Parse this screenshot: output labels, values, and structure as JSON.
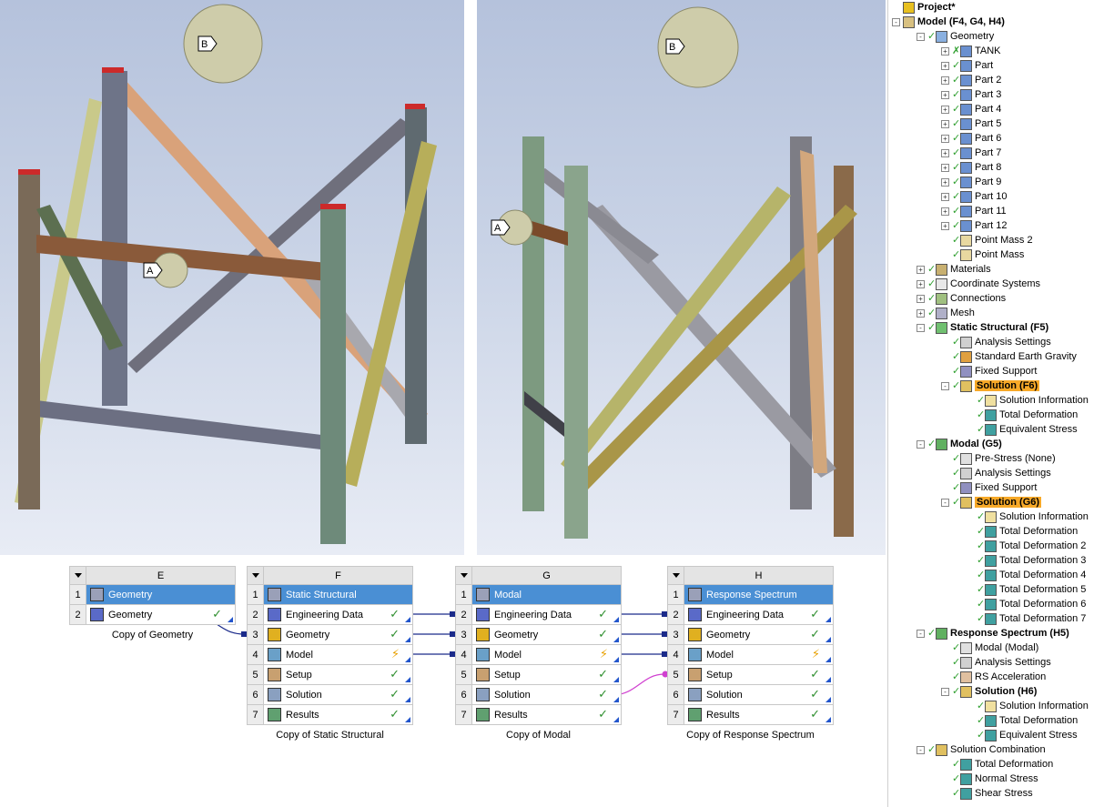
{
  "viewports": {
    "left": {
      "sphere_b_label": "B",
      "sphere_a_label": "A"
    },
    "right": {
      "sphere_b_label": "B",
      "sphere_a_label": "A"
    }
  },
  "schematic": {
    "systems": [
      {
        "col": "E",
        "caption": "Copy of Geometry",
        "rows": [
          {
            "n": "1",
            "label": "Geometry",
            "icon": "geometry-system-icon",
            "status": ""
          },
          {
            "n": "2",
            "label": "Geometry",
            "icon": "geometry-icon",
            "status": "✓"
          }
        ]
      },
      {
        "col": "F",
        "caption": "Copy of Static Structural",
        "rows": [
          {
            "n": "1",
            "label": "Static Structural",
            "icon": "static-structural-icon",
            "status": ""
          },
          {
            "n": "2",
            "label": "Engineering Data",
            "icon": "engineering-data-icon",
            "status": "✓"
          },
          {
            "n": "3",
            "label": "Geometry",
            "icon": "geometry-icon",
            "status": "✓"
          },
          {
            "n": "4",
            "label": "Model",
            "icon": "model-icon",
            "status": "⚡"
          },
          {
            "n": "5",
            "label": "Setup",
            "icon": "setup-icon",
            "status": "✓"
          },
          {
            "n": "6",
            "label": "Solution",
            "icon": "solution-icon",
            "status": "✓"
          },
          {
            "n": "7",
            "label": "Results",
            "icon": "results-icon",
            "status": "✓"
          }
        ]
      },
      {
        "col": "G",
        "caption": "Copy of Modal",
        "rows": [
          {
            "n": "1",
            "label": "Modal",
            "icon": "modal-icon",
            "status": ""
          },
          {
            "n": "2",
            "label": "Engineering Data",
            "icon": "engineering-data-icon",
            "status": "✓"
          },
          {
            "n": "3",
            "label": "Geometry",
            "icon": "geometry-icon",
            "status": "✓"
          },
          {
            "n": "4",
            "label": "Model",
            "icon": "model-icon",
            "status": "⚡"
          },
          {
            "n": "5",
            "label": "Setup",
            "icon": "setup-icon",
            "status": "✓"
          },
          {
            "n": "6",
            "label": "Solution",
            "icon": "solution-icon",
            "status": "✓"
          },
          {
            "n": "7",
            "label": "Results",
            "icon": "results-icon",
            "status": "✓"
          }
        ]
      },
      {
        "col": "H",
        "caption": "Copy of Response Spectrum",
        "rows": [
          {
            "n": "1",
            "label": "Response Spectrum",
            "icon": "response-spectrum-icon",
            "status": ""
          },
          {
            "n": "2",
            "label": "Engineering Data",
            "icon": "engineering-data-icon",
            "status": "✓"
          },
          {
            "n": "3",
            "label": "Geometry",
            "icon": "geometry-icon",
            "status": "✓"
          },
          {
            "n": "4",
            "label": "Model",
            "icon": "model-icon",
            "status": "⚡"
          },
          {
            "n": "5",
            "label": "Setup",
            "icon": "setup-icon",
            "status": "✓"
          },
          {
            "n": "6",
            "label": "Solution",
            "icon": "solution-icon",
            "status": "✓"
          },
          {
            "n": "7",
            "label": "Results",
            "icon": "results-icon",
            "status": "✓"
          }
        ]
      }
    ]
  },
  "tree": [
    {
      "label": "Project*",
      "level": 0,
      "bold": true,
      "exp": "",
      "check": "",
      "icon": "project-icon"
    },
    {
      "label": "Model (F4, G4, H4)",
      "level": 0,
      "bold": true,
      "exp": "-",
      "check": "",
      "icon": "model-icon"
    },
    {
      "label": "Geometry",
      "level": 1,
      "exp": "-",
      "check": "✓",
      "icon": "geometry-icon"
    },
    {
      "label": "TANK",
      "level": 2,
      "exp": "+",
      "check": "✗",
      "icon": "body-icon"
    },
    {
      "label": "Part",
      "level": 2,
      "exp": "+",
      "check": "✓",
      "icon": "body-icon"
    },
    {
      "label": "Part 2",
      "level": 2,
      "exp": "+",
      "check": "✓",
      "icon": "body-icon"
    },
    {
      "label": "Part 3",
      "level": 2,
      "exp": "+",
      "check": "✓",
      "icon": "body-icon"
    },
    {
      "label": "Part 4",
      "level": 2,
      "exp": "+",
      "check": "✓",
      "icon": "body-icon"
    },
    {
      "label": "Part 5",
      "level": 2,
      "exp": "+",
      "check": "✓",
      "icon": "body-icon"
    },
    {
      "label": "Part 6",
      "level": 2,
      "exp": "+",
      "check": "✓",
      "icon": "body-icon"
    },
    {
      "label": "Part 7",
      "level": 2,
      "exp": "+",
      "check": "✓",
      "icon": "body-icon"
    },
    {
      "label": "Part 8",
      "level": 2,
      "exp": "+",
      "check": "✓",
      "icon": "body-icon"
    },
    {
      "label": "Part 9",
      "level": 2,
      "exp": "+",
      "check": "✓",
      "icon": "body-icon"
    },
    {
      "label": "Part 10",
      "level": 2,
      "exp": "+",
      "check": "✓",
      "icon": "body-icon"
    },
    {
      "label": "Part 11",
      "level": 2,
      "exp": "+",
      "check": "✓",
      "icon": "body-icon"
    },
    {
      "label": "Part 12",
      "level": 2,
      "exp": "+",
      "check": "✓",
      "icon": "body-icon"
    },
    {
      "label": "Point Mass 2",
      "level": 2,
      "exp": "",
      "check": "✓",
      "icon": "point-mass-icon"
    },
    {
      "label": "Point Mass",
      "level": 2,
      "exp": "",
      "check": "✓",
      "icon": "point-mass-icon"
    },
    {
      "label": "Materials",
      "level": 1,
      "exp": "+",
      "check": "✓",
      "icon": "materials-icon"
    },
    {
      "label": "Coordinate Systems",
      "level": 1,
      "exp": "+",
      "check": "✓",
      "icon": "coordinate-systems-icon"
    },
    {
      "label": "Connections",
      "level": 1,
      "exp": "+",
      "check": "✓",
      "icon": "connections-icon"
    },
    {
      "label": "Mesh",
      "level": 1,
      "exp": "+",
      "check": "✓",
      "icon": "mesh-icon"
    },
    {
      "label": "Static Structural (F5)",
      "level": 1,
      "bold": true,
      "exp": "-",
      "check": "✓",
      "icon": "static-structural-icon"
    },
    {
      "label": "Analysis Settings",
      "level": 2,
      "exp": "",
      "check": "✓",
      "icon": "analysis-settings-icon"
    },
    {
      "label": "Standard Earth Gravity",
      "level": 2,
      "exp": "",
      "check": "✓",
      "icon": "gravity-icon"
    },
    {
      "label": "Fixed Support",
      "level": 2,
      "exp": "",
      "check": "✓",
      "icon": "fixed-support-icon"
    },
    {
      "label": "Solution (F6)",
      "level": 2,
      "bold": true,
      "sel": true,
      "exp": "-",
      "check": "✓",
      "icon": "solution-icon"
    },
    {
      "label": "Solution Information",
      "level": 3,
      "exp": "",
      "check": "✓",
      "icon": "solution-information-icon"
    },
    {
      "label": "Total Deformation",
      "level": 3,
      "exp": "",
      "check": "✓",
      "icon": "result-icon"
    },
    {
      "label": "Equivalent Stress",
      "level": 3,
      "exp": "",
      "check": "✓",
      "icon": "result-icon"
    },
    {
      "label": "Modal (G5)",
      "level": 1,
      "bold": true,
      "exp": "-",
      "check": "✓",
      "icon": "modal-icon"
    },
    {
      "label": "Pre-Stress (None)",
      "level": 2,
      "exp": "",
      "check": "✓",
      "icon": "pre-stress-icon"
    },
    {
      "label": "Analysis Settings",
      "level": 2,
      "exp": "",
      "check": "✓",
      "icon": "analysis-settings-icon"
    },
    {
      "label": "Fixed Support",
      "level": 2,
      "exp": "",
      "check": "✓",
      "icon": "fixed-support-icon"
    },
    {
      "label": "Solution (G6)",
      "level": 2,
      "bold": true,
      "sel": true,
      "exp": "-",
      "check": "✓",
      "icon": "solution-icon"
    },
    {
      "label": "Solution Information",
      "level": 3,
      "exp": "",
      "check": "✓",
      "icon": "solution-information-icon"
    },
    {
      "label": "Total Deformation",
      "level": 3,
      "exp": "",
      "check": "✓",
      "icon": "result-icon"
    },
    {
      "label": "Total Deformation 2",
      "level": 3,
      "exp": "",
      "check": "✓",
      "icon": "result-icon"
    },
    {
      "label": "Total Deformation 3",
      "level": 3,
      "exp": "",
      "check": "✓",
      "icon": "result-icon"
    },
    {
      "label": "Total Deformation 4",
      "level": 3,
      "exp": "",
      "check": "✓",
      "icon": "result-icon"
    },
    {
      "label": "Total Deformation 5",
      "level": 3,
      "exp": "",
      "check": "✓",
      "icon": "result-icon"
    },
    {
      "label": "Total Deformation 6",
      "level": 3,
      "exp": "",
      "check": "✓",
      "icon": "result-icon"
    },
    {
      "label": "Total Deformation 7",
      "level": 3,
      "exp": "",
      "check": "✓",
      "icon": "result-icon"
    },
    {
      "label": "Response Spectrum (H5)",
      "level": 1,
      "bold": true,
      "exp": "-",
      "check": "✓",
      "icon": "response-spectrum-icon"
    },
    {
      "label": "Modal (Modal)",
      "level": 2,
      "exp": "",
      "check": "✓",
      "icon": "pre-stress-icon"
    },
    {
      "label": "Analysis Settings",
      "level": 2,
      "exp": "",
      "check": "✓",
      "icon": "analysis-settings-icon"
    },
    {
      "label": "RS Acceleration",
      "level": 2,
      "exp": "",
      "check": "✓",
      "icon": "rs-acceleration-icon"
    },
    {
      "label": "Solution (H6)",
      "level": 2,
      "bold": true,
      "exp": "-",
      "check": "✓",
      "icon": "solution-icon"
    },
    {
      "label": "Solution Information",
      "level": 3,
      "exp": "",
      "check": "✓",
      "icon": "solution-information-icon"
    },
    {
      "label": "Total Deformation",
      "level": 3,
      "exp": "",
      "check": "✓",
      "icon": "result-icon"
    },
    {
      "label": "Equivalent Stress",
      "level": 3,
      "exp": "",
      "check": "✓",
      "icon": "result-icon"
    },
    {
      "label": "Solution Combination",
      "level": 1,
      "exp": "-",
      "check": "✓",
      "icon": "solution-combination-icon"
    },
    {
      "label": "Total Deformation",
      "level": 2,
      "exp": "",
      "check": "✓",
      "icon": "result-icon"
    },
    {
      "label": "Normal Stress",
      "level": 2,
      "exp": "",
      "check": "✓",
      "icon": "result-icon"
    },
    {
      "label": "Shear Stress",
      "level": 2,
      "exp": "",
      "check": "✓",
      "icon": "result-icon"
    }
  ],
  "colors": {
    "title_row": "#4a8fd4",
    "selected": "#f7a928",
    "check": "#2f9f2f",
    "link": "#1a2a8a",
    "link_pink": "#d040d0"
  }
}
